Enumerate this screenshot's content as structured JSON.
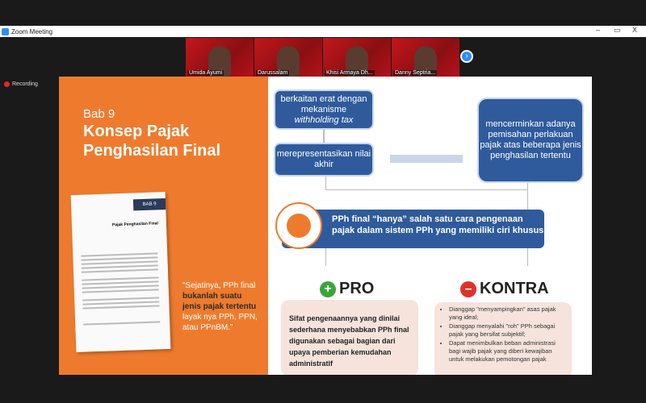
{
  "window": {
    "title": "Zoom Meeting",
    "minimize": "–",
    "restore": "▭",
    "close": "X"
  },
  "participants": [
    {
      "name": "Umida Ayumi"
    },
    {
      "name": "Darussalam"
    },
    {
      "name": "Khisi Armaya Dh..."
    },
    {
      "name": "Danny Septria..."
    }
  ],
  "recording": "Recording",
  "slide": {
    "chapter": "Bab 9",
    "title": "Konsep Pajak Penghasilan Final",
    "book_tab": "BAB 9",
    "book_heading": "Pajak Penghasilan Final",
    "quote_pre": "\"Sejatinya, PPh final ",
    "quote_bold": "bukanlah suatu jenis pajak tertentu",
    "quote_post": " layak nya PPh, PPN, atau PPnBM.\"",
    "box1_line1": "berkaitan erat dengan mekanisme",
    "box1_italic": "withholding tax",
    "box2": "merepresentasikan nilai akhir",
    "box3": "mencerminkan adanya pemisahan perlakuan pajak atas beberapa jenis penghasilan tertentu",
    "main_statement": "PPh final “hanya” salah satu cara pengenaan pajak dalam sistem PPh yang memiliki ciri khusus",
    "pro_label": "PRO",
    "pro_text": "Sifat pengenaannya yang dinilai sederhana menyebabkan PPh final digunakan sebagai bagian dari upaya pemberian kemudahan administratif",
    "kontra_label": "KONTRA",
    "kontra_items": [
      "Dianggap \"menyampingkan\" asas pajak yang ideal;",
      "Dianggap menyalahi \"roh\" PPh sebagai pajak yang bersifat subjektif;",
      "Dapat menimbulkan beban administrasi bagi wajib pajak yang diberi kewajiban untuk melakukan pemotongan pajak"
    ]
  }
}
